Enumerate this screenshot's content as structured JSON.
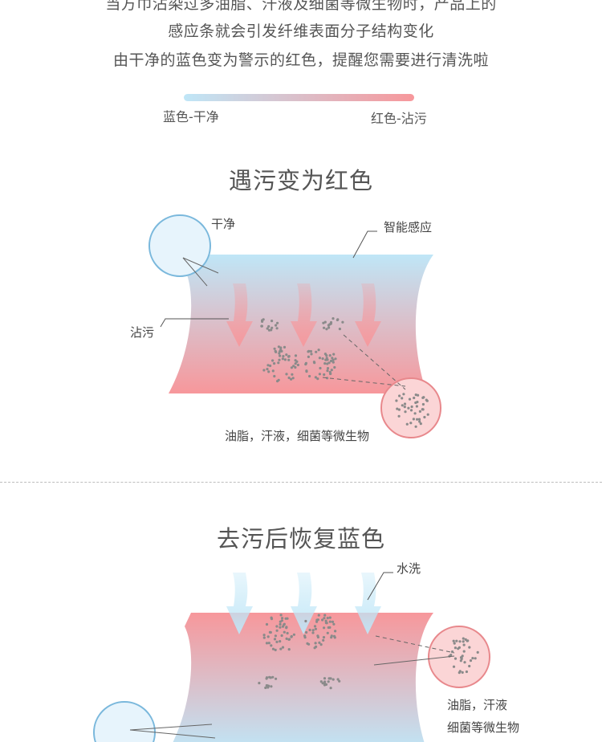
{
  "intro": {
    "line1": "当方巾沾染过多油脂、汗液及细菌等微生物时，产品上的",
    "line2": "感应条就会引发纤维表面分子结构变化",
    "line3": "由干净的蓝色变为警示的红色，提醒您需要进行清洗啦"
  },
  "legend": {
    "blue_label": "蓝色-干净",
    "red_label": "红色-沾污"
  },
  "section1": {
    "title": "遇污变为红色",
    "clean_label": "干净",
    "sensor_label": "智能感应",
    "dirty_label": "沾污",
    "microbe_label": "油脂，汗液，细菌等微生物"
  },
  "section2": {
    "title": "去污后恢复蓝色",
    "wash_label": "水洗",
    "microbe_line1": "油脂，汗液",
    "microbe_line2": "细菌等微生物"
  },
  "colors": {
    "blue": "#bfe6f7",
    "red": "#f7979b",
    "circle_blue_stroke": "#7ab8dc",
    "circle_red_stroke": "#e8888c",
    "dots": "#8a8a8a"
  }
}
